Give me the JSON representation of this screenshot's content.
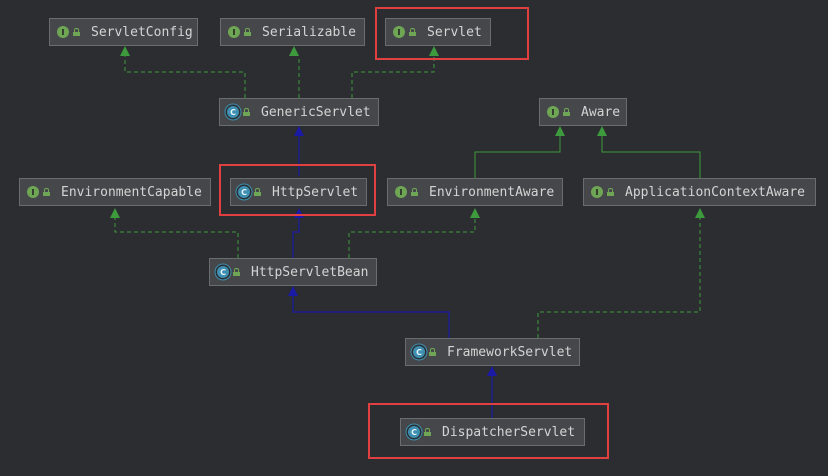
{
  "diagram": {
    "nodes": [
      {
        "id": "servletconfig",
        "label": "ServletConfig",
        "kind": "interface"
      },
      {
        "id": "serializable",
        "label": "Serializable",
        "kind": "interface"
      },
      {
        "id": "servlet",
        "label": "Servlet",
        "kind": "interface"
      },
      {
        "id": "genericservlet",
        "label": "GenericServlet",
        "kind": "abstract-class"
      },
      {
        "id": "aware",
        "label": "Aware",
        "kind": "interface"
      },
      {
        "id": "environmentcapable",
        "label": "EnvironmentCapable",
        "kind": "interface"
      },
      {
        "id": "httpservlet",
        "label": "HttpServlet",
        "kind": "abstract-class"
      },
      {
        "id": "environmentaware",
        "label": "EnvironmentAware",
        "kind": "interface"
      },
      {
        "id": "applicationcontextaware",
        "label": "ApplicationContextAware",
        "kind": "interface"
      },
      {
        "id": "httpservletbean",
        "label": "HttpServletBean",
        "kind": "abstract-class"
      },
      {
        "id": "frameworkservlet",
        "label": "FrameworkServlet",
        "kind": "abstract-class"
      },
      {
        "id": "dispatcherservlet",
        "label": "DispatcherServlet",
        "kind": "class"
      }
    ],
    "edges": [
      {
        "from": "genericservlet",
        "to": "servletconfig",
        "type": "implements"
      },
      {
        "from": "genericservlet",
        "to": "serializable",
        "type": "implements"
      },
      {
        "from": "genericservlet",
        "to": "servlet",
        "type": "implements"
      },
      {
        "from": "httpservlet",
        "to": "genericservlet",
        "type": "extends"
      },
      {
        "from": "environmentaware",
        "to": "aware",
        "type": "extends-interface"
      },
      {
        "from": "applicationcontextaware",
        "to": "aware",
        "type": "extends-interface"
      },
      {
        "from": "httpservletbean",
        "to": "environmentcapable",
        "type": "implements"
      },
      {
        "from": "httpservletbean",
        "to": "httpservlet",
        "type": "extends"
      },
      {
        "from": "httpservletbean",
        "to": "environmentaware",
        "type": "implements"
      },
      {
        "from": "frameworkservlet",
        "to": "httpservletbean",
        "type": "extends"
      },
      {
        "from": "frameworkservlet",
        "to": "applicationcontextaware",
        "type": "implements"
      },
      {
        "from": "dispatcherservlet",
        "to": "frameworkservlet",
        "type": "extends"
      }
    ],
    "highlighted": [
      "servlet",
      "httpservlet",
      "dispatcherservlet"
    ],
    "colors": {
      "background": "#2b2d30",
      "implements_line": "#3d9a3d",
      "extends_line": "#1a1aa6",
      "highlight": "#e0403f",
      "interface_badge": "#6fa655",
      "class_badge": "#3e8fb0"
    }
  }
}
